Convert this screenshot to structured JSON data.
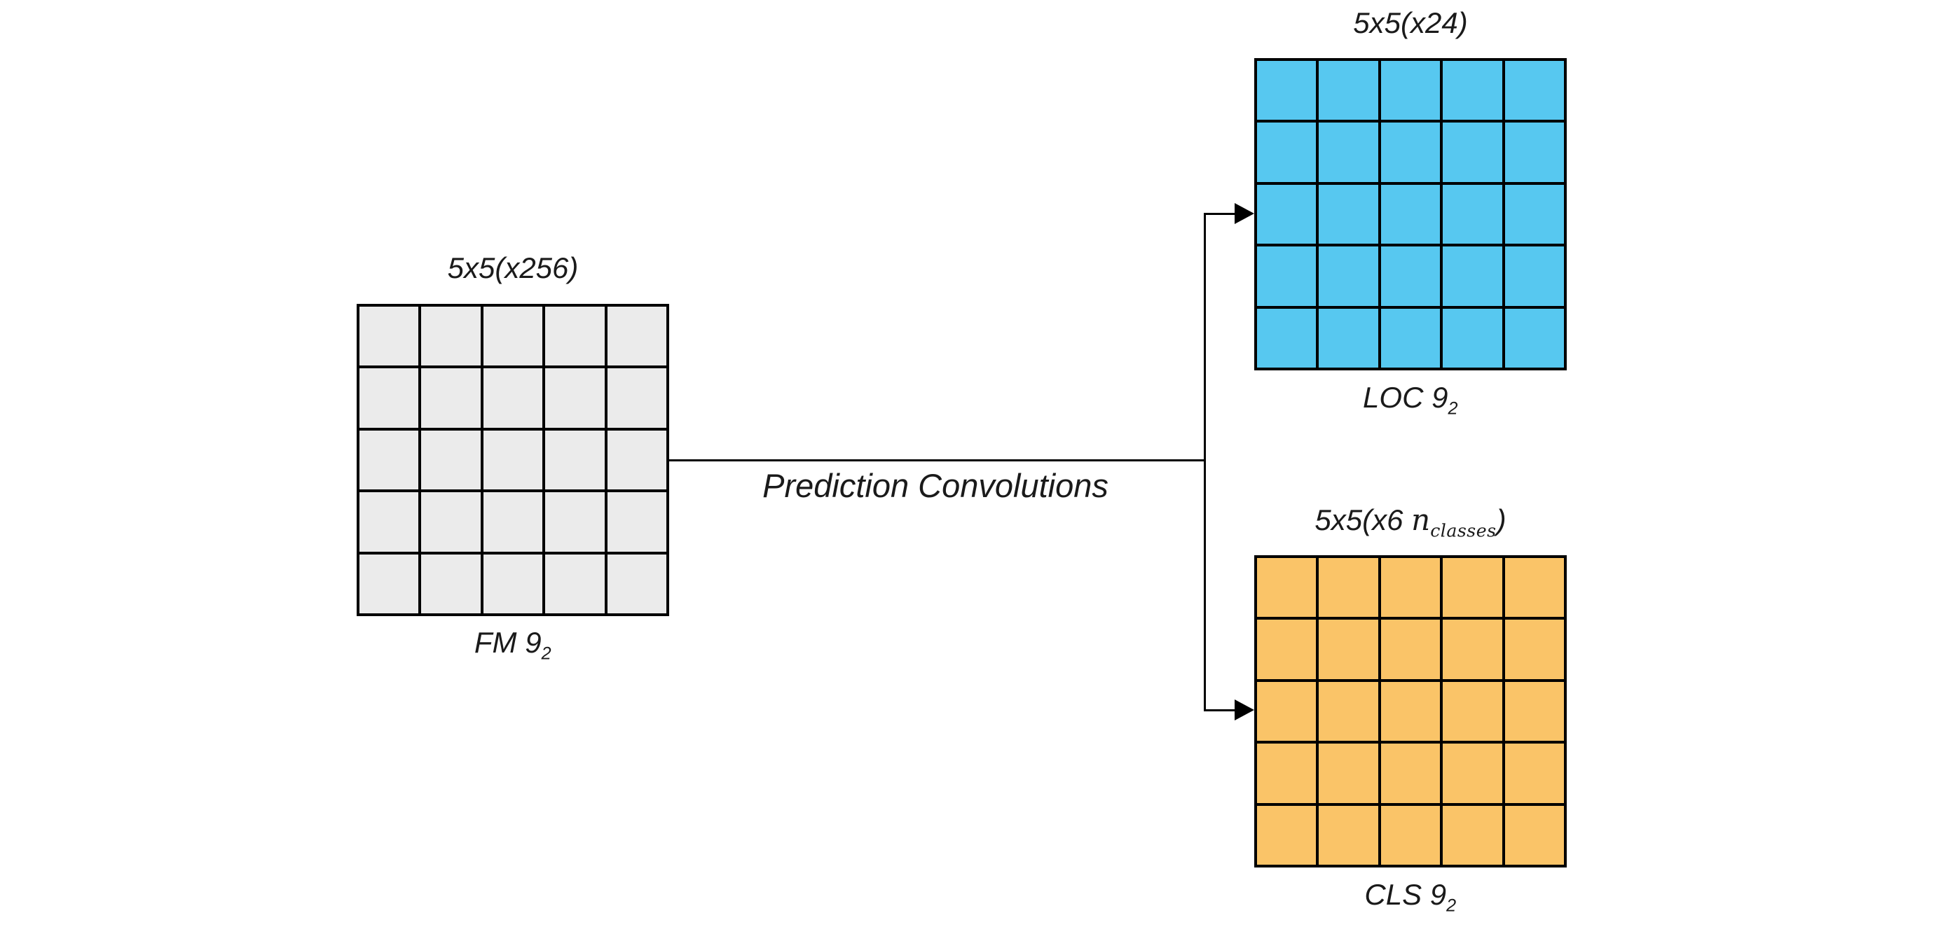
{
  "connector": {
    "label": "Prediction Convolutions"
  },
  "fm": {
    "top_label": "5x5(x256)",
    "name_main": "FM 9",
    "name_sub": "2",
    "fill": "#EBEBEB"
  },
  "loc": {
    "top_label": "5x5(x24)",
    "name_main": "LOC 9",
    "name_sub": "2",
    "fill": "#57C8F0"
  },
  "cls": {
    "top_prefix": "5x5(x6 ",
    "top_var": "n",
    "top_var_sub": "classes",
    "top_suffix": ")",
    "name_main": "CLS 9",
    "name_sub": "2",
    "fill": "#FAC468"
  },
  "grid": {
    "rows": 5,
    "cols": 5
  },
  "colors": {
    "line": "#000000",
    "text": "#1a1a1a",
    "background": "#ffffff",
    "fm_fill": "#EBEBEB",
    "loc_fill": "#57C8F0",
    "cls_fill": "#FAC468"
  }
}
